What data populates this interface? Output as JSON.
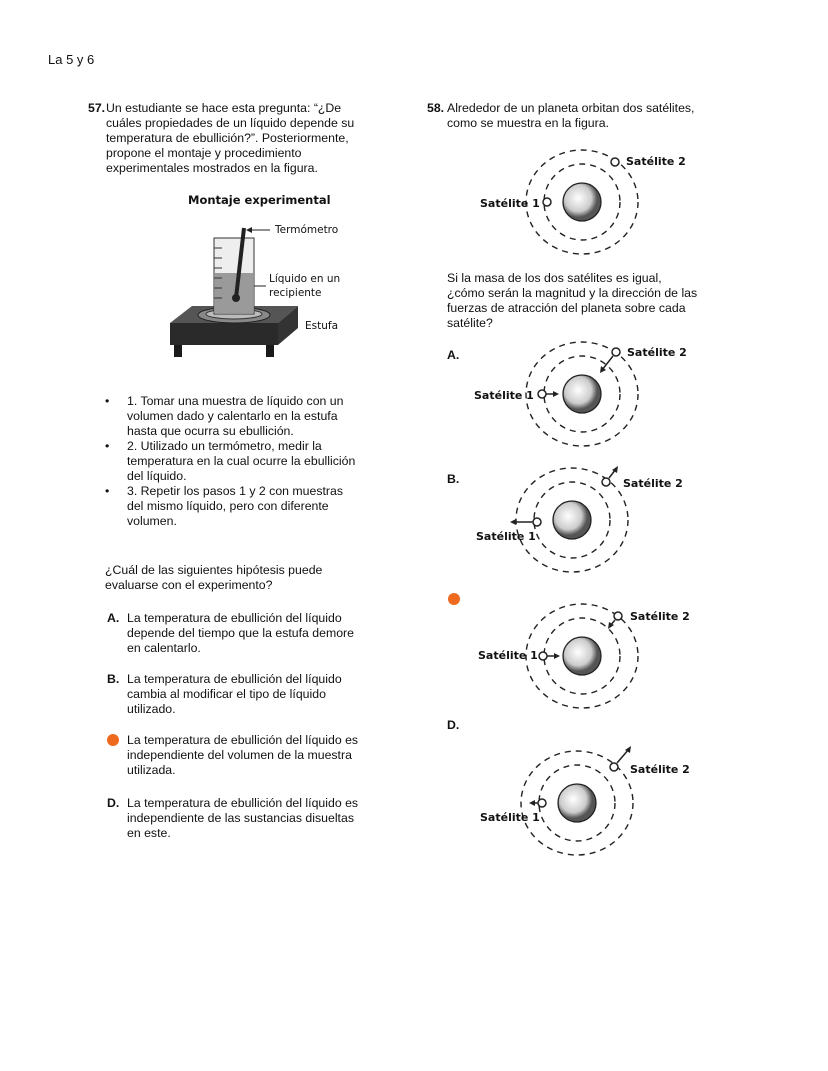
{
  "header": {
    "text": "La 5 y 6"
  },
  "q57": {
    "number": "57.",
    "stem_lines": [
      "Un estudiante se hace esta pregunta: “¿De",
      "cuáles propiedades de un líquido depende su",
      "temperatura de ebullición?”. Posteriormente,",
      "propone el montaje y procedimiento",
      "experimentales mostrados en la figura."
    ],
    "figure": {
      "title": "Montaje experimental",
      "label_thermometer": "Termómetro",
      "label_liquid_1": "Líquido en un",
      "label_liquid_2": "recipiente",
      "label_stove": "Estufa"
    },
    "steps": [
      {
        "bullet": "•",
        "lines": [
          "1. Tomar una muestra de líquido con un",
          "volumen dado y calentarlo en la estufa",
          "hasta que ocurra su ebullición."
        ]
      },
      {
        "bullet": "•",
        "lines": [
          "2. Utilizado un termómetro, medir la",
          "temperatura en la cual ocurre la ebullición",
          "del líquido."
        ]
      },
      {
        "bullet": "•",
        "lines": [
          "3. Repetir los pasos 1 y 2 con muestras",
          "del mismo líquido, pero con diferente",
          "volumen."
        ]
      }
    ],
    "question_lines": [
      "¿Cuál de las siguientes hipótesis puede",
      "evaluarse con el experimento?"
    ],
    "options": [
      {
        "letter": "A.",
        "selected": false,
        "lines": [
          "La temperatura de ebullición del líquido",
          "depende del tiempo que la estufa demore",
          "en calentarlo."
        ]
      },
      {
        "letter": "B.",
        "selected": false,
        "lines": [
          "La temperatura de ebullición del líquido",
          "cambia al modificar el tipo de líquido",
          "utilizado."
        ]
      },
      {
        "letter": "",
        "selected": true,
        "lines": [
          "La temperatura de ebullición del líquido es",
          "independiente del volumen de la muestra",
          "utilizada."
        ]
      },
      {
        "letter": "D.",
        "selected": false,
        "lines": [
          "La temperatura de ebullición del líquido es",
          "independiente de las sustancias disueltas",
          "en este."
        ]
      }
    ]
  },
  "q58": {
    "number": "58.",
    "stem_lines": [
      "Alrededor de un planeta orbitan dos satélites,",
      "como se muestra en la figura."
    ],
    "question_lines": [
      "Si la masa de los dos satélites es igual,",
      "¿cómo serán la magnitud y la dirección de las",
      "fuerzas de atracción del planeta sobre cada",
      "satélite?"
    ],
    "sat1": "Satélite 1",
    "sat2": "Satélite 2",
    "figure_sat1_label": "Satélite 1",
    "options": [
      {
        "letter": "A.",
        "selected": false
      },
      {
        "letter": "B.",
        "selected": false
      },
      {
        "letter": "",
        "selected": true
      },
      {
        "letter": "D.",
        "selected": false
      }
    ]
  },
  "colors": {
    "selected": "#ee6a1f",
    "text": "#111111"
  }
}
